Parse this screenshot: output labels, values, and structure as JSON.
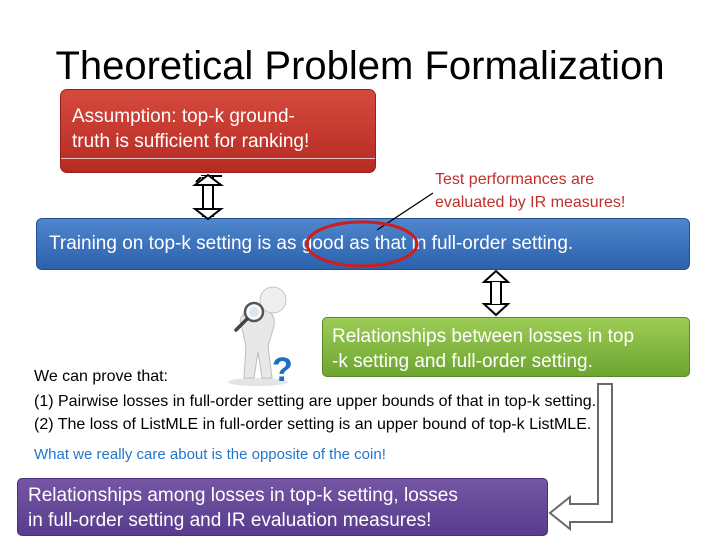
{
  "title": "Theoretical Problem Formalization",
  "assumption": {
    "line1": "Assumption: top-k ground-",
    "line2": "truth is sufficient for ranking!"
  },
  "test_note": {
    "line1": "Test performances are",
    "line2": "evaluated by IR measures!"
  },
  "training": "Training on top-k setting is as good as that in full-order setting.",
  "relationships": {
    "line1": "Relationships between losses in top",
    "line2": "-k setting and full-order setting."
  },
  "proof": {
    "intro": "We can prove that:",
    "item1": "(1) Pairwise losses in full-order setting are upper bounds of that in top-k setting.",
    "item2": "(2) The loss of ListMLE in full-order setting is an upper bound of top-k ListMLE."
  },
  "care_note": "What we really care about is the opposite of the coin!",
  "conclusion": {
    "line1": "Relationships among losses in top-k setting, losses",
    "line2": "in full-order setting and IR evaluation measures!"
  },
  "colors": {
    "red_box": "#c8392f",
    "blue_box": "#3a70bd",
    "green_box": "#86bb43",
    "purple_box": "#6a4c9c",
    "note_red": "#c0302a",
    "note_blue": "#2176cc"
  },
  "icons": [
    "double-arrow-icon",
    "thinking-person-icon",
    "question-mark-icon",
    "bent-arrow-icon"
  ]
}
